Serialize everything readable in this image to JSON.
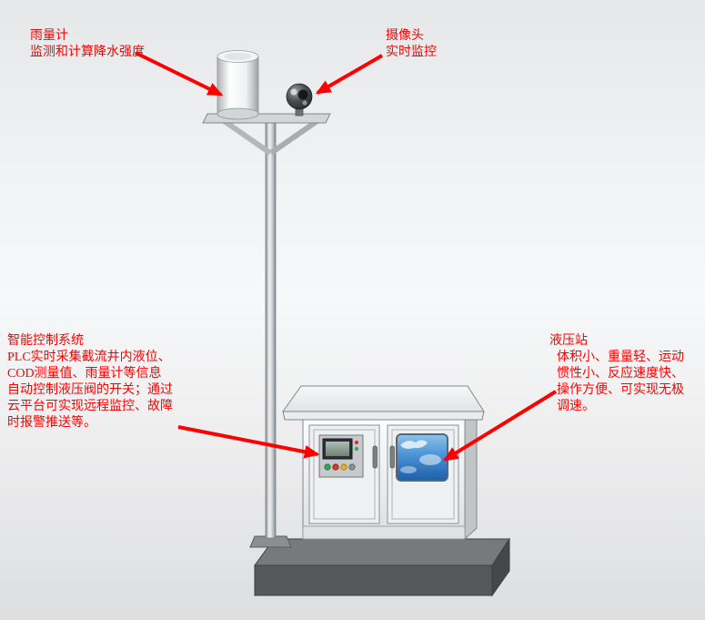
{
  "annotations": {
    "rain_gauge": {
      "title": "雨量计",
      "lines": [
        "监测和计算降水强度"
      ]
    },
    "camera": {
      "title": "摄像头",
      "lines": [
        "实时监控"
      ]
    },
    "control_system": {
      "title": "智能控制系统",
      "lines": [
        "PLC实时采集截流井内液位、",
        "COD测量值、雨量计等信息",
        "自动控制液压阀的开关；通过",
        "云平台可实现远程监控、故障",
        "时报警推送等。"
      ]
    },
    "hydraulic_station": {
      "title": "液压站",
      "lines": [
        "体积小、重量轻、运动",
        "惯性小、反应速度快、",
        "操作方便、可实现无极",
        "调速。"
      ]
    }
  },
  "colors": {
    "annotation_text": "#ff0000",
    "arrow": "#ff0000",
    "window_blue": "#4a93d5",
    "cabinet_white": "#eef0f2",
    "base_gray": "#56585b",
    "screen_green": "#8da396"
  }
}
